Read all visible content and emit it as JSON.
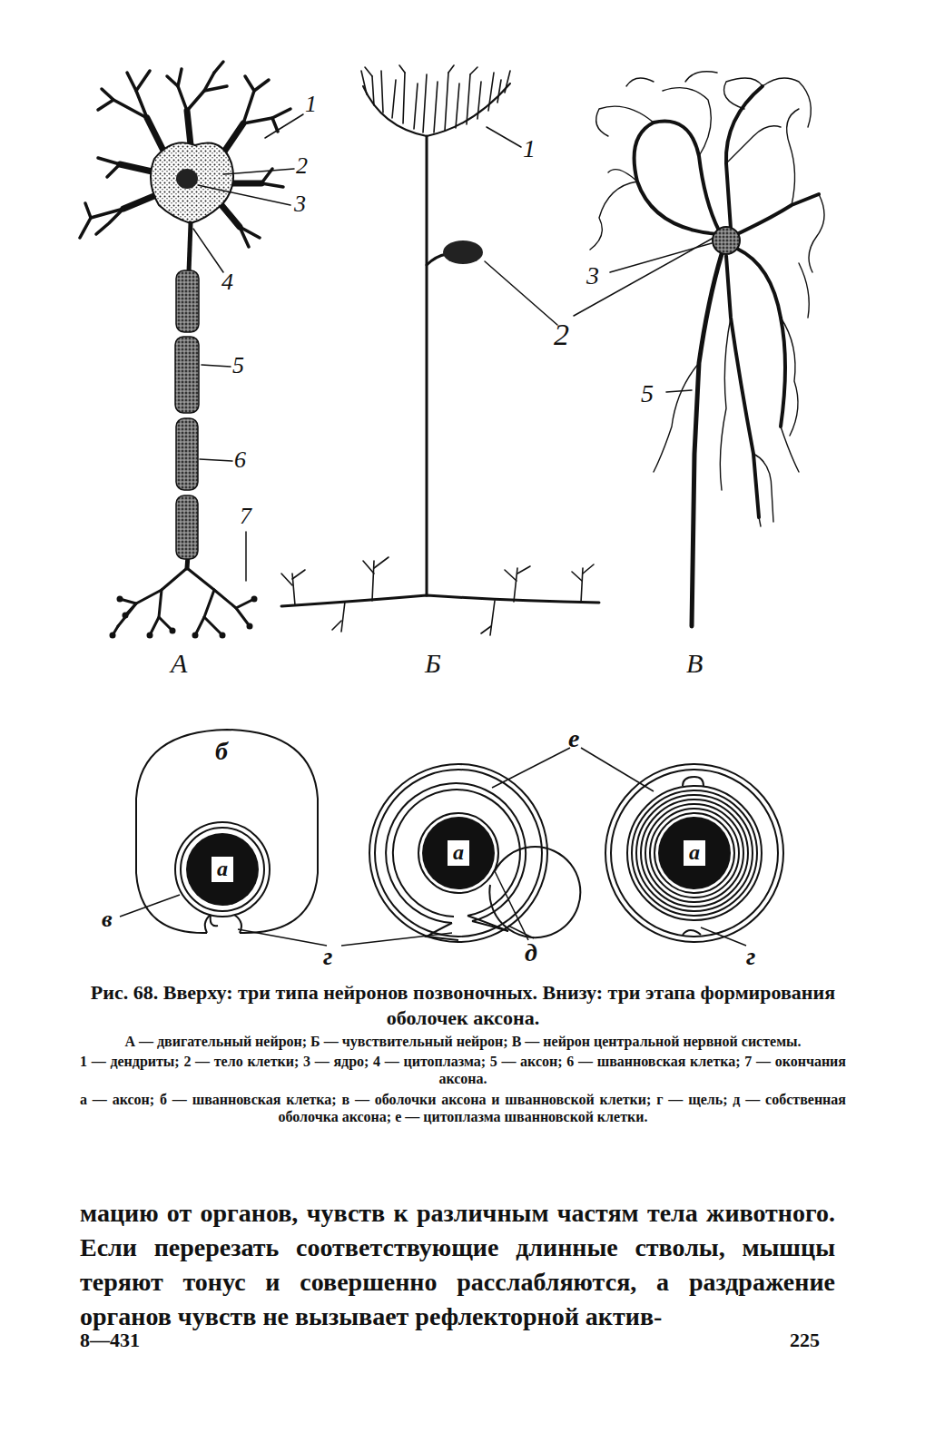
{
  "diagram": {
    "caption": "Рис. 68. Вверху: три типа нейронов позвоночных. Внизу: три этапа формирования оболочек аксона.",
    "nodes": [
      {
        "text": [
          "а"
        ]
      },
      {
        "text": [
          "а"
        ]
      },
      {
        "text": [
          "а"
        ]
      }
    ],
    "labels": [
      "1",
      "2",
      "3",
      "4",
      "5",
      "6",
      "7",
      "А",
      "1",
      "2",
      "3",
      "5",
      "Б",
      "В",
      "б",
      "в",
      "е",
      "г",
      "д",
      "г",
      "А — двигательный нейрон; Б — чувствительный нейрон; В — нейрон центральной нервной системы.",
      "1 — дендриты; 2 — тело клетки; 3 — ядро; 4 — цитоплазма; 5 — аксон; 6 — шванновская клетка; 7 — окончания аксона.",
      "а — аксон; б — шванновская клетка; в — оболочки аксона и шванновской клетки; г — щель; д — собственная оболочка аксона; е — цитоплазма шванновской клетки.",
      "мацию от органов, чувств к различным частям тела животного. Если перерезать соответствующие длинные стволы, мышцы теряют тонус и совершенно расслабляются, а раздражение органов чувств не вызывает рефлекторной актив-",
      "8—431",
      "225"
    ]
  }
}
